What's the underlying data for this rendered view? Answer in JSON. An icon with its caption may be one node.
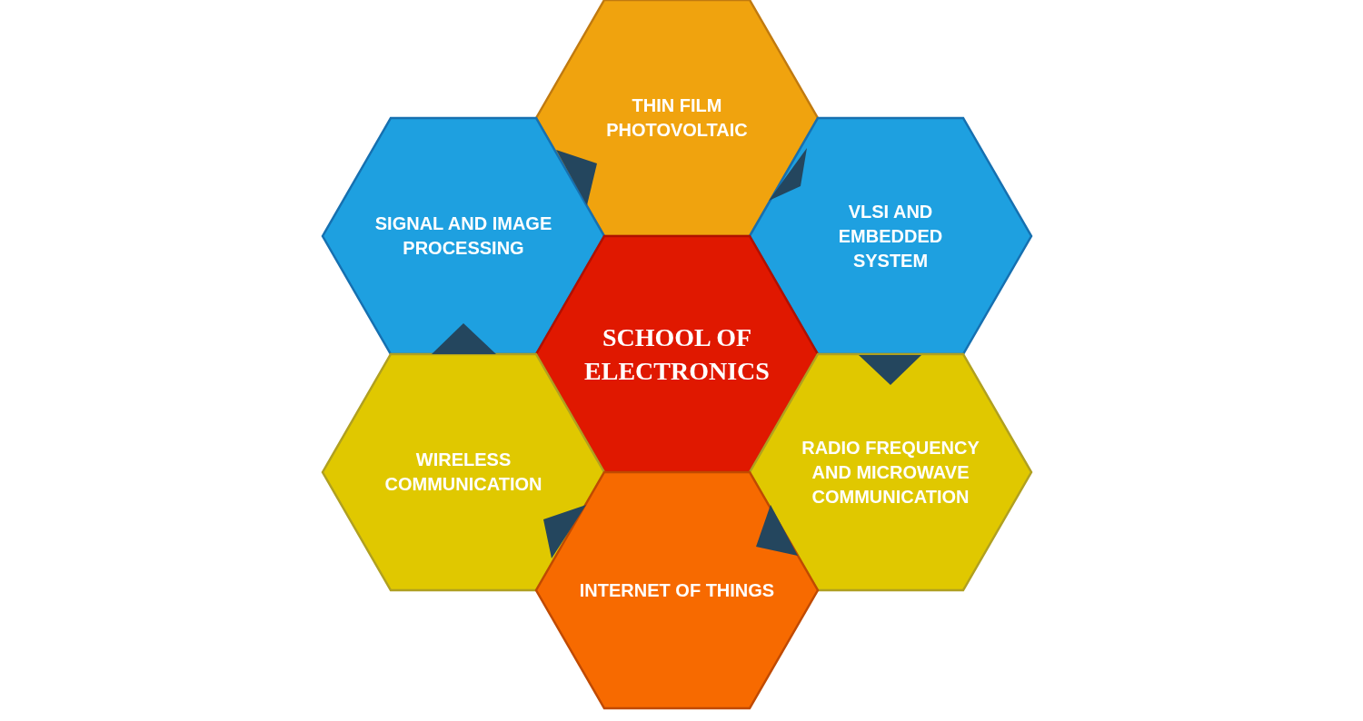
{
  "diagram": {
    "nodes": [
      {
        "text": [
          "THIN FILM PHOTOVOLTAIC"
        ]
      },
      {
        "text": [
          "SIGNAL AND IMAGE PROCESSING"
        ]
      },
      {
        "text": [
          "VLSI AND EMBEDDED SYSTEM"
        ]
      },
      {
        "text": [
          "SCHOOL OF ELECTRONICS"
        ]
      },
      {
        "text": [
          "WIRELESS COMMUNICATION"
        ]
      },
      {
        "text": [
          "RADIO FREQUENCY AND MICROWAVE COMMUNICATION"
        ]
      },
      {
        "text": [
          "INTERNET OF THINGS"
        ]
      }
    ]
  }
}
